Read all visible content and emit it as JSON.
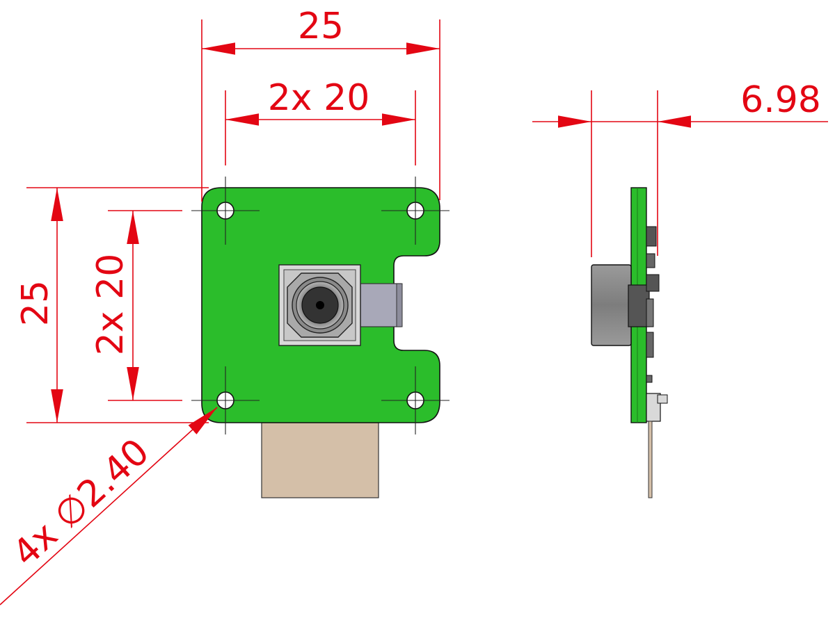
{
  "front_view": {
    "width_overall": "25",
    "width_holes": "2x 20",
    "height_overall": "25",
    "height_holes": "2x 20",
    "hole_callout": "4x ∅2.40"
  },
  "side_view": {
    "depth": "6.98"
  },
  "colors": {
    "dimension": "#e30613",
    "pcb": "#2bbd2b",
    "ribbon_cable": "#d4bfa8",
    "lens_housing": "#d9d9d9",
    "connector": "#a8a8b8"
  }
}
